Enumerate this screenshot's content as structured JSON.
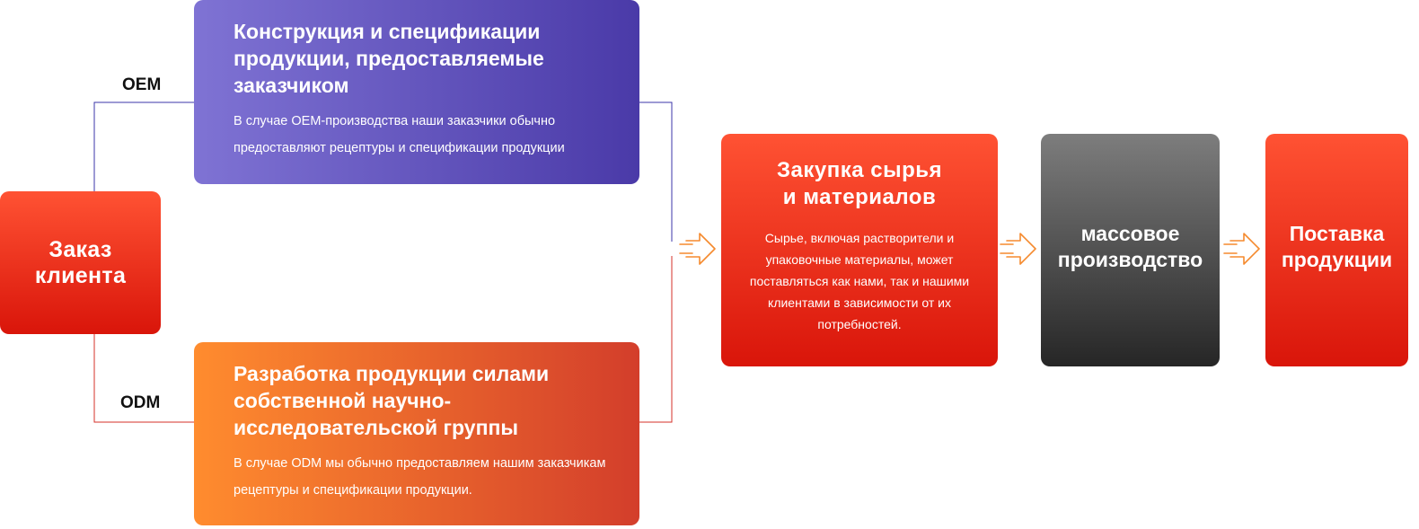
{
  "order": {
    "label": "Заказ\nклиента"
  },
  "oem": {
    "tag": "OEM",
    "title": "Конструкция и спецификации продукции, предоставляемые заказчиком",
    "description": "В случае OEM-производства наши заказчики обычно предоставляют рецептуры и спецификации продукции"
  },
  "odm": {
    "tag": "ODM",
    "title": "Разработка продукции силами собственной научно-исследовательской группы",
    "description": "В случае ODM мы обычно предоставляем нашим заказчикам рецептуры и спецификации продукции."
  },
  "purchase": {
    "title": "Закупка сырья\nи материалов",
    "description": "Сырье, включая растворители и упаковочные материалы, может поставляться как нами, так и нашими клиентами в зависимости от их потребностей."
  },
  "mass_production": {
    "label": "массовое\nпроизводство"
  },
  "delivery": {
    "label": "Поставка\nпродукции"
  },
  "colors": {
    "oem_line": "#3b35a8",
    "odm_line": "#d4302a",
    "arrow": "#f58a2e"
  }
}
